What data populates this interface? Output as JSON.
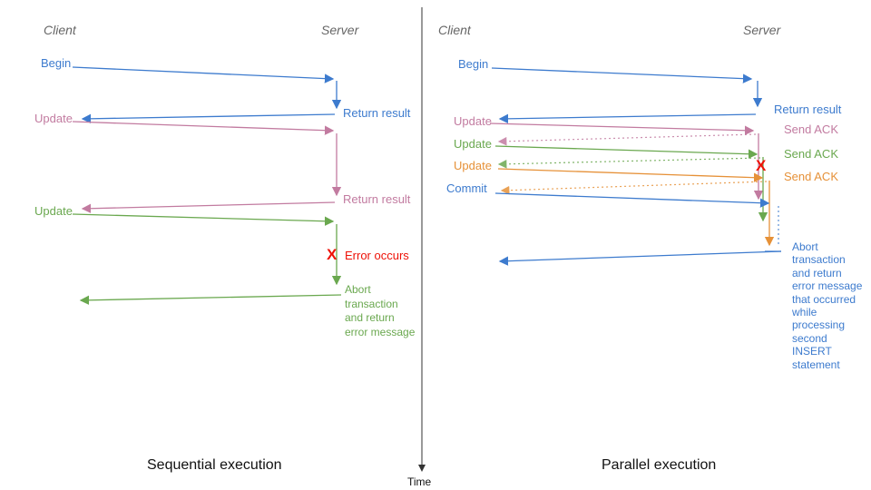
{
  "colors": {
    "blue": "#3d7bce",
    "pink": "#c27ba0",
    "green": "#6aa84f",
    "orange": "#e69138",
    "red": "#ee1208",
    "gray": "#666666",
    "axis": "#333333",
    "text": "#111111"
  },
  "left_panel": {
    "client_header": "Client",
    "server_header": "Server",
    "caption": "Sequential execution",
    "messages": {
      "begin": "Begin",
      "return_result_1": "Return result",
      "update_1": "Update",
      "return_result_2": "Return result",
      "update_2": "Update",
      "error_marker": "X",
      "error_label": "Error occurs",
      "abort_lines": [
        "Abort",
        "transaction",
        "and return",
        "error message"
      ]
    }
  },
  "right_panel": {
    "client_header": "Client",
    "server_header": "Server",
    "caption": "Parallel execution",
    "messages": {
      "begin": "Begin",
      "return_result": "Return result",
      "update_1": "Update",
      "send_ack_1": "Send ACK",
      "update_2": "Update",
      "send_ack_2": "Send ACK",
      "update_3": "Update",
      "send_ack_3": "Send ACK",
      "commit": "Commit",
      "error_marker": "X",
      "abort_lines": [
        "Abort",
        "transaction",
        "and return",
        "error message",
        "that occurred",
        "while",
        "processing",
        "second",
        "INSERT",
        "statement"
      ]
    }
  },
  "time_axis": {
    "label": "Time"
  }
}
